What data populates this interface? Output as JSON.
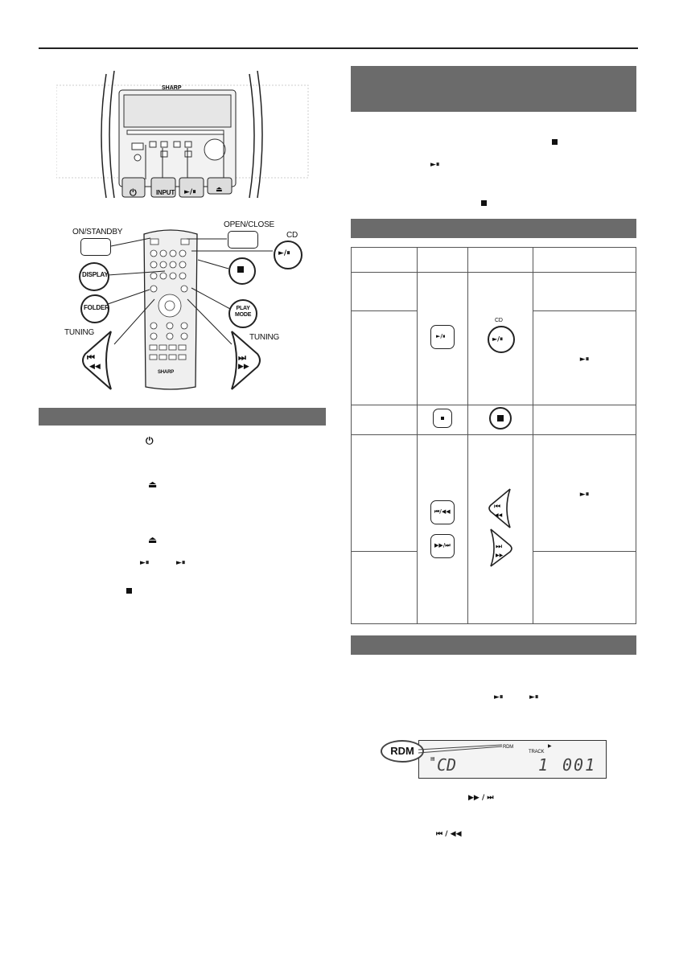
{
  "device": {
    "brand": "SHARP",
    "front_buttons": [
      "INPUT"
    ],
    "icons": [
      "power-icon",
      "play-pause-icon",
      "eject-icon",
      "stop-icon",
      "skip-back-icon",
      "skip-forward-icon"
    ]
  },
  "remote_callouts": {
    "on_standby": "ON/STANDBY",
    "open_close": "OPEN/CLOSE",
    "cd": "CD",
    "display": "DISPLAY",
    "folder": "FOLDER",
    "play_mode": "PLAY\nMODE",
    "tuning_left": "TUNING",
    "tuning_right": "TUNING",
    "remote_brand": "SHARP"
  },
  "table": {
    "cd_label": "CD"
  },
  "display_panel": {
    "rdm_badge": "RDM",
    "rdm_small": "RDM",
    "track_label": "TRACK",
    "source": "CD",
    "track_number": "1",
    "time": "001"
  },
  "colors": {
    "section_bar": "#6b6b6b",
    "rule": "#222222"
  }
}
